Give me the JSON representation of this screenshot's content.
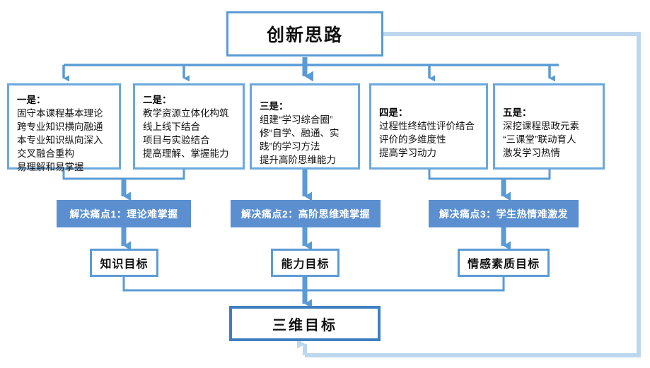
{
  "diagram": {
    "title": "创新思路",
    "colors": {
      "box_border": "#5b9bd5",
      "idea_border": "#6aa8dd",
      "pain_fill": "#5b8fd0",
      "final_border": "#3f7fc1",
      "connector": "#5b9bd5",
      "feedback_line": "#bdd7ee",
      "text": "#111111",
      "pain_text": "#ffffff"
    },
    "top": {
      "label": "创新思路"
    },
    "ideas": [
      {
        "head": "一是：",
        "lines": [
          "固守本课程基本理论",
          "跨专业知识横向融通",
          "本专业知识纵向深入",
          "交叉融合重构",
          "易理解和易掌握"
        ]
      },
      {
        "head": "二是：",
        "lines": [
          "教学资源立体化构筑",
          "线上线下结合",
          "项目与实验结合",
          "提高理解、掌握能力"
        ]
      },
      {
        "head": "三是：",
        "lines": [
          "组建“学习综合圈”",
          "修“自学、融通、实",
          "践”的学习方法",
          "提升高阶思维能力"
        ]
      },
      {
        "head": "四是：",
        "lines": [
          "过程性终结性评价结合",
          "评价的多维度性",
          "提高学习动力"
        ]
      },
      {
        "head": "五是：",
        "lines": [
          "深挖课程思政元素",
          "“三课堂”联动育人",
          "激发学习热情"
        ]
      }
    ],
    "pain_points": [
      {
        "label": "解决痛点1：理论难掌握"
      },
      {
        "label": "解决痛点2：高阶思维难掌握"
      },
      {
        "label": "解决痛点3：学生热情难激发"
      }
    ],
    "goals": [
      {
        "label": "知识目标"
      },
      {
        "label": "能力目标"
      },
      {
        "label": "情感素质目标"
      }
    ],
    "final": {
      "label": "三维目标"
    }
  }
}
